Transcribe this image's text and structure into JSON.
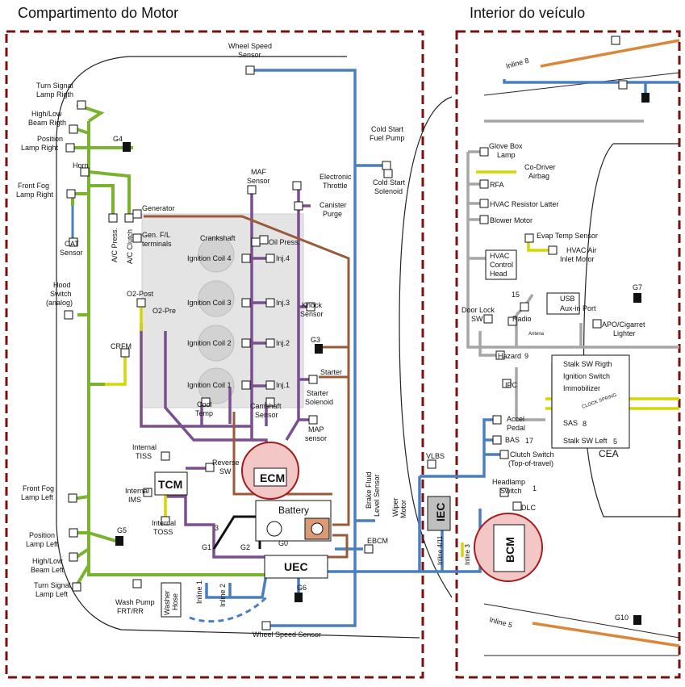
{
  "zones": {
    "engine": "Compartimento do Motor",
    "interior": "Interior do veículo"
  },
  "engine_labels": {
    "wheel_speed_top": "Wheel Speed",
    "wheel_speed_top2": "Sensor",
    "turn_signal_right": "Turn Signal",
    "turn_signal_right2": "Lamp Rigth",
    "high_low_right": "High/Low",
    "high_low_right2": "Beam Rigth",
    "position_right": "Position",
    "position_right2": "Lamp Right",
    "g4": "G4",
    "horn": "Horn",
    "front_fog_right": "Front Fog",
    "front_fog_right2": "Lamp Right",
    "oat": "OAT",
    "oat2": "Sensor",
    "ac_press": "A/C Press.",
    "ac_clutch": "A/C Clutch",
    "hood": "Hood",
    "hood2": "Switch",
    "hood3": "(analog)",
    "crfm": "CRFM",
    "o2_post": "O2-Post",
    "o2_pre": "O2-Pre",
    "generator": "Generator",
    "gen_ft": "Gen. F/L",
    "gen_ft2": "terminals",
    "crankshaft": "Crankshaft",
    "oil_press": "Oil Press.",
    "ign4": "Ignition Coil 4",
    "inj4": "Inj.4",
    "ign3": "Ignition Coil 3",
    "inj3": "Inj.3",
    "ign2": "Ignition Coil 2",
    "inj2": "Inj.2",
    "ign1": "Ignition Coil 1",
    "inj1": "Inj.1",
    "maf": "MAF",
    "maf2": "Sensor",
    "elec_throttle": "Electronic",
    "elec_throttle2": "Throttle",
    "canister": "Canister",
    "canister2": "Purge",
    "cold_pump": "Cold Start",
    "cold_pump2": "Fuel Pump",
    "cold_sol": "Cold Start",
    "cold_sol2": "Solenoid",
    "knock": "Knock",
    "knock2": "Sensor",
    "g3": "G3",
    "starter": "Starter",
    "starter_sol": "Starter",
    "starter_sol2": "Solenoid",
    "cool": "Cool",
    "cool2": "Temp",
    "camshaft": "Camshaft",
    "camshaft2": "Sensor",
    "map": "MAP",
    "map2": "sensor",
    "internal_tiss": "Internal",
    "internal_tiss2": "TISS",
    "reverse": "Reverse",
    "reverse2": "SW",
    "tcm": "TCM",
    "ecm": "ECM",
    "internal_ims": "Internal",
    "internal_ims2": "IMS",
    "internal_toss": "Internal",
    "internal_toss2": "TOSS",
    "front_fog_left": "Front Fog",
    "front_fog_left2": "Lamp Left",
    "battery": "Battery",
    "g0": "G0",
    "g1": "G1",
    "g2": "G2",
    "num3": "3",
    "g5": "G5",
    "position_left": "Position",
    "position_left2": "Lamp Left",
    "high_low_left": "High/Low",
    "high_low_left2": "Beam Left",
    "turn_signal_left": "Turn Signal",
    "turn_signal_left2": "Lamp Left",
    "uec": "UEC",
    "ebcm": "EBCM",
    "inline1": "Inline 1",
    "inline2": "Inline 2",
    "wash_pump": "Wash Pump",
    "wash_pump2": "FRT/RR",
    "washer_hose": "Washer",
    "washer_hose2": "Hose",
    "g6": "G6",
    "wheel_speed_bottom": "Wheel Speed Sensor",
    "brake_fluid": "Brake Fluid",
    "brake_fluid2": "Level Sensor",
    "wiper": "Wiper",
    "wiper2": "Motor"
  },
  "interior_labels": {
    "inline8": "Inline 8",
    "glove": "Glove Box",
    "glove2": "Lamp",
    "codriver": "Co-Driver",
    "codriver2": "Airbag",
    "rfa": "RFA",
    "hvac_res": "HVAC Resistor Latter",
    "blower": "Blower Motor",
    "evap": "Evap Temp Sensor",
    "hvac_air": "HVAC Air",
    "hvac_air2": "Inlet Motor",
    "hvac_head": "HVAC",
    "hvac_head2": "Control",
    "hvac_head3": "Head",
    "g7": "G7",
    "num15": "15",
    "usb": "USB",
    "aux": "Aux-in Port",
    "door_lock": "Door Lock",
    "door_lock2": "SW",
    "radio": "Radio",
    "antenna": "Antena",
    "apo": "APO/Cigarret",
    "apo2": "Lighter",
    "hazard": "Hazard",
    "num9": "9",
    "stalk_right": "Stalk SW Rigth",
    "ign_switch": "Ignition Switch",
    "immobilizer": "Immobilizer",
    "ipc": "IPC",
    "clock_spring": "CLOCK SPRING",
    "accel": "Accel",
    "accel2": "Pedal",
    "sas": "SAS",
    "num8": "8",
    "bas": "BAS",
    "num17": "17",
    "stalk_left": "Stalk SW Left",
    "num5": "5",
    "cea": "CEA",
    "vlbs": "VLBS",
    "clutch": "Clutch Switch",
    "clutch2": "(Top-of-travel)",
    "headlamp": "Headlamp",
    "headlamp2": "Switch",
    "num1": "1",
    "dlc": "DLC",
    "iec": "IEC",
    "inline4": "Inline 4/11",
    "inline3": "Inline 3",
    "bcm": "BCM",
    "inline5": "Inline 5",
    "g10": "G10"
  },
  "colors": {
    "green": "#7ab32e",
    "blue": "#4a7fbf",
    "purple": "#7a4f8f",
    "brown": "#9a5a3a",
    "gray": "#a6a6a6",
    "yellow": "#d6d600",
    "orange": "#d9883a",
    "zone_border": "#7a1010",
    "ecu_fill": "#f4c7c7",
    "ecu_circle": "#a51c1c"
  }
}
